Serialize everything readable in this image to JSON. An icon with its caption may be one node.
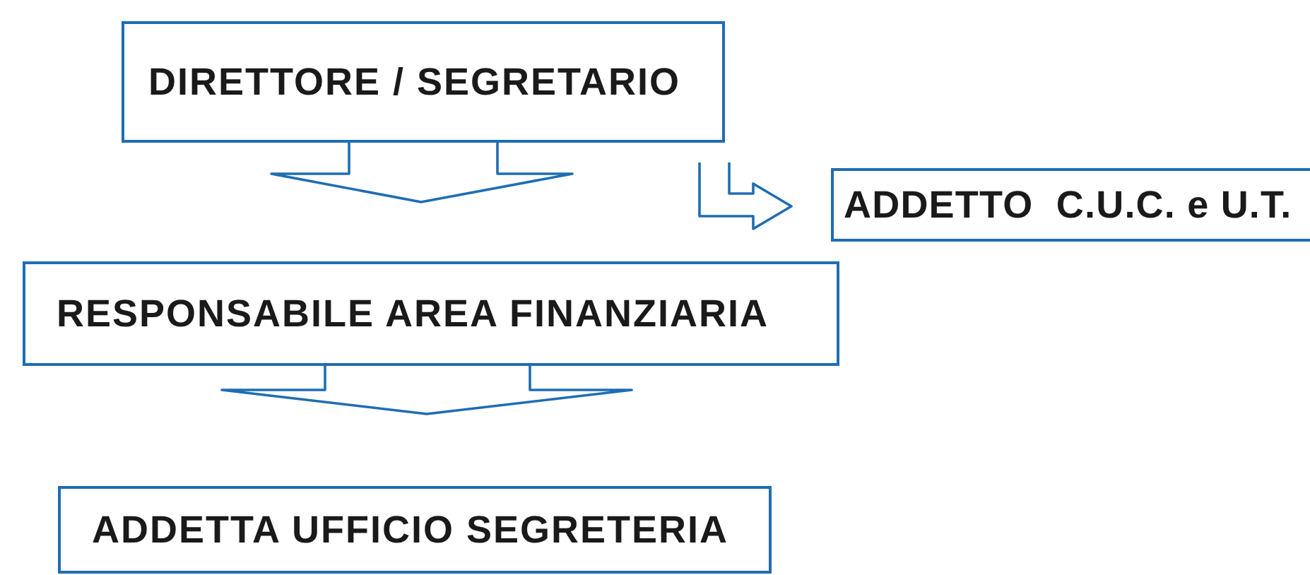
{
  "diagram": {
    "nodes": [
      {
        "text": [
          "DIRETTORE / SEGRETARIO"
        ]
      },
      {
        "text": [
          "RESPONSABILE AREA FINANZIARIA"
        ]
      },
      {
        "text": [
          "ADDETTA UFFICIO SEGRETERIA"
        ]
      },
      {
        "text": [
          "ADDETTO  C.U.C. e U.T."
        ]
      }
    ],
    "edges": [
      {
        "from": 0,
        "to": 1,
        "arrow": "to"
      },
      {
        "from": 1,
        "to": 2,
        "arrow": "to"
      },
      {
        "from": 0,
        "to": 3,
        "arrow": "to"
      }
    ]
  }
}
